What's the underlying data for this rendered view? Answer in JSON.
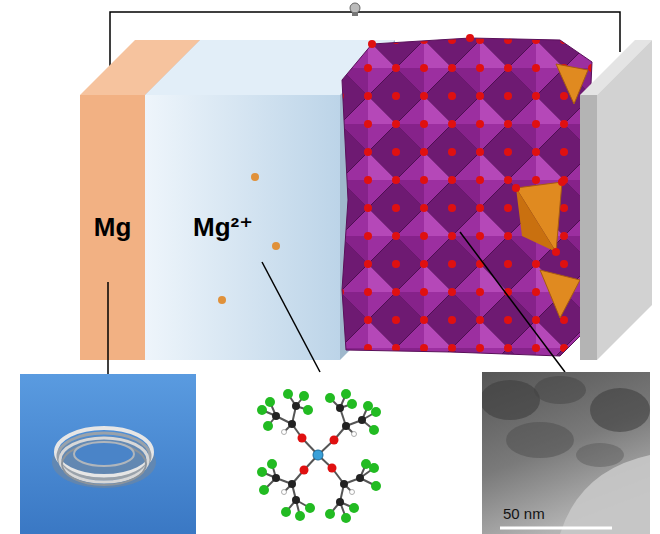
{
  "diagram": {
    "nodes": [
      {
        "text": [
          "Mg"
        ]
      },
      {
        "text": [
          "Mg²⁺"
        ]
      }
    ],
    "labels": [
      "50 nm"
    ]
  }
}
